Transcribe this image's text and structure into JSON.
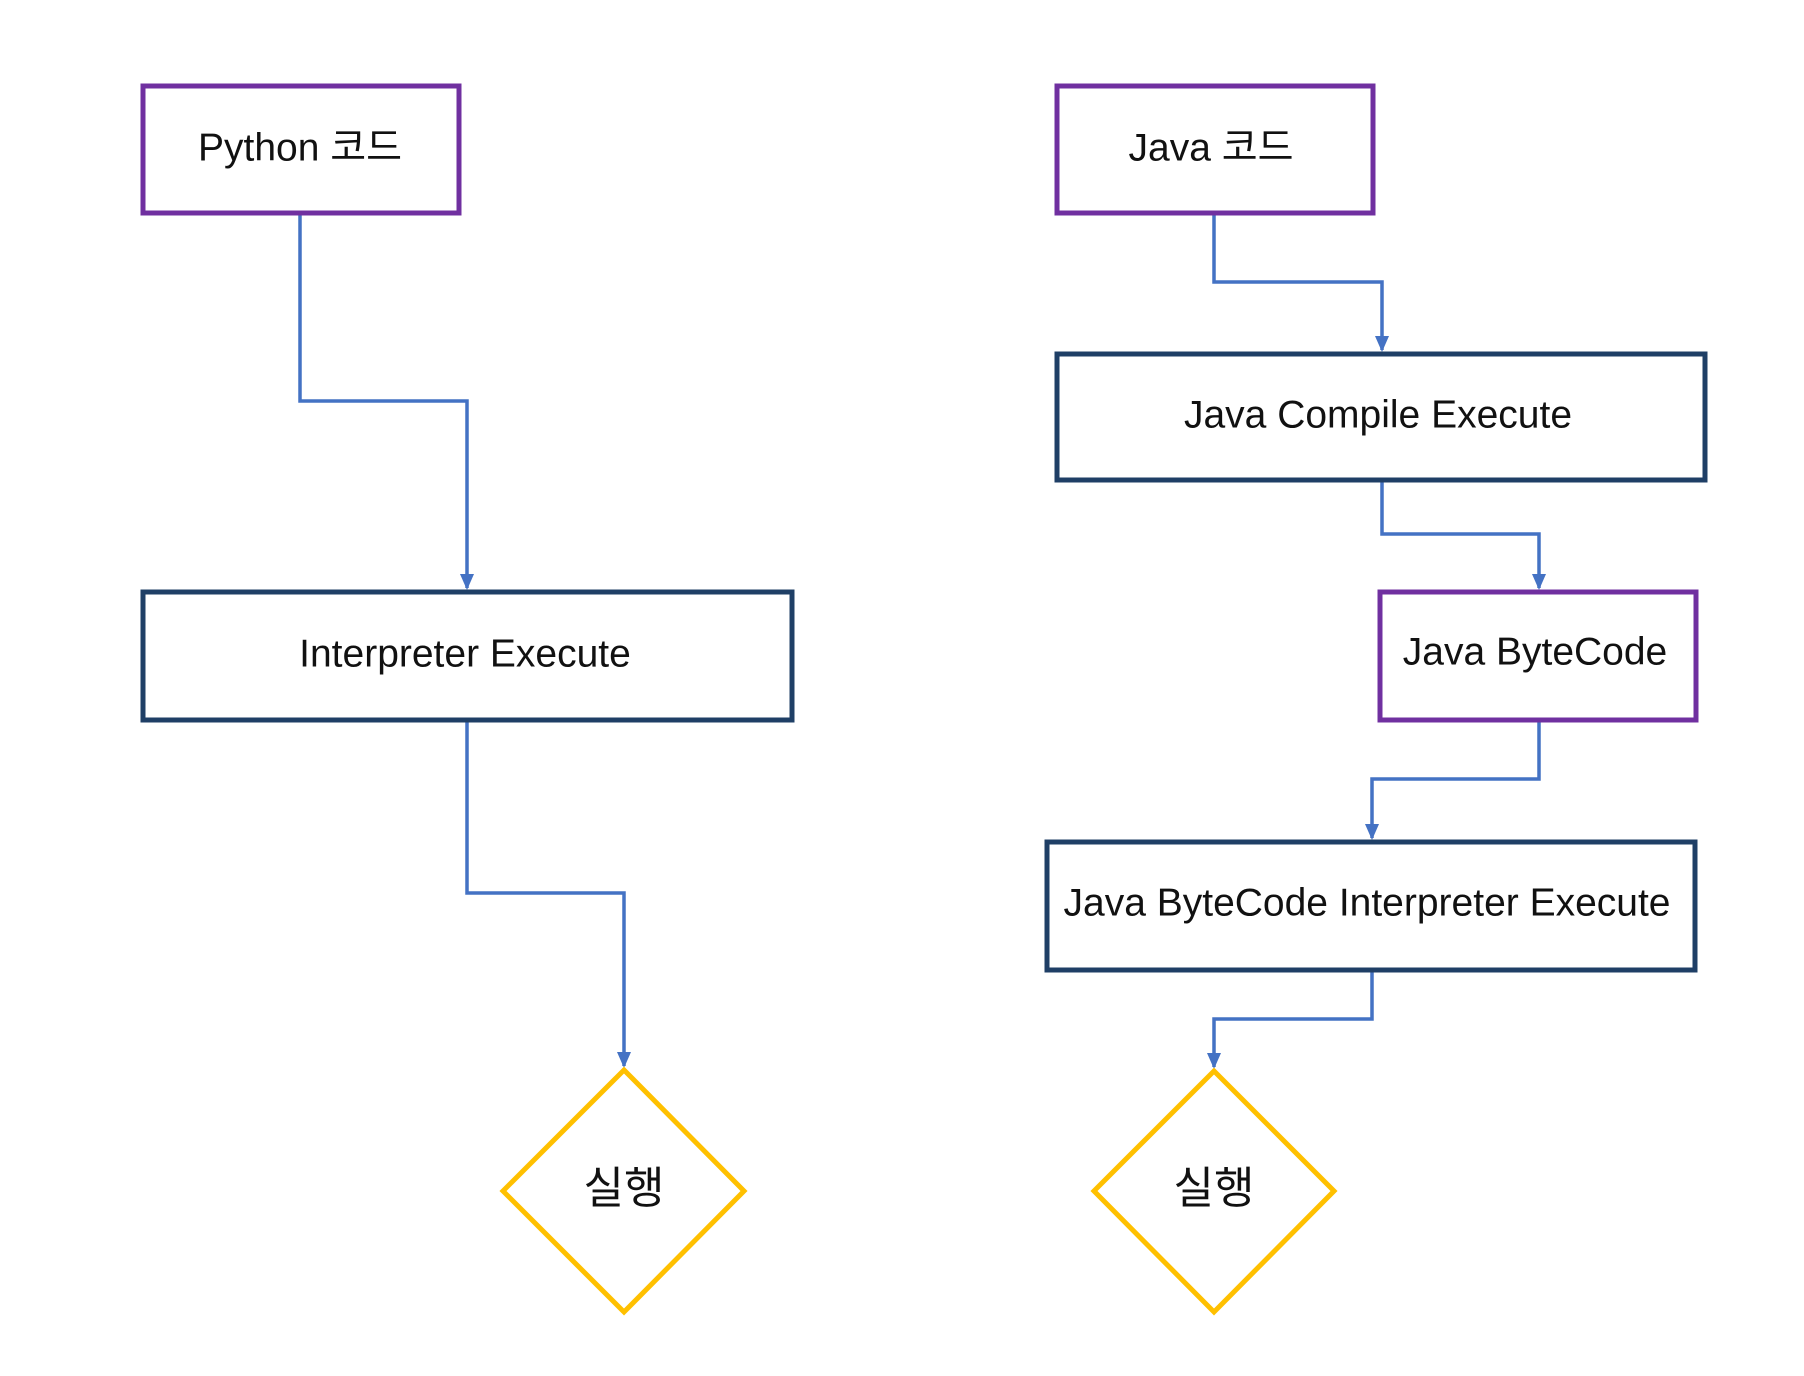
{
  "diagram": {
    "colors": {
      "connector": "#4472C4",
      "box_dark": "#1F3F66",
      "box_purple": "#7030A0",
      "decision": "#FFC000",
      "background": "#FFFFFF"
    },
    "left_flow": {
      "source": "Python 코드",
      "interpreter": "Interpreter Execute",
      "result": "실행"
    },
    "right_flow": {
      "source": "Java 코드",
      "compile": "Java Compile Execute",
      "bytecode": "Java ByteCode",
      "bytecode_interpreter": "Java ByteCode Interpreter Execute",
      "result": "실행"
    }
  }
}
